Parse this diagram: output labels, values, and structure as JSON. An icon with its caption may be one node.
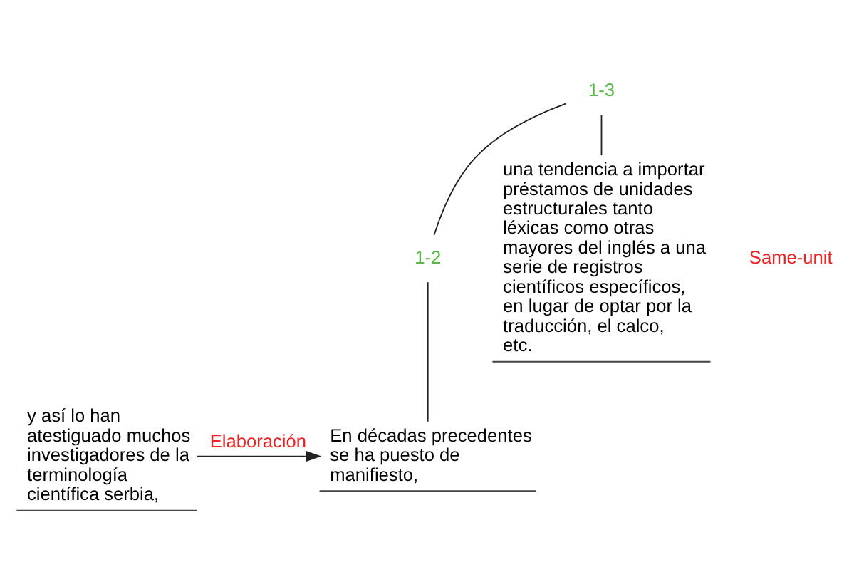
{
  "diagram": {
    "nodes": [
      {
        "text": [
          "1-3"
        ]
      },
      {
        "text": [
          "1-2"
        ]
      },
      {
        "text": [
          "En décadas precedentes se ha puesto de manifiesto,"
        ]
      },
      {
        "text": [
          "y así lo han atestiguado muchos investigadores de la terminología científica serbia,"
        ]
      },
      {
        "text": [
          "una tendencia a importar préstamos de unidades estructurales tanto léxicas como otras mayores del inglés a una serie de registros científicos específicos, en lugar de optar por la traducción, el calco, etc."
        ]
      }
    ],
    "edges": [
      {
        "from": 0,
        "to": 1,
        "arrow": "none"
      },
      {
        "from": 0,
        "to": 4,
        "arrow": "none"
      },
      {
        "from": 1,
        "to": 2,
        "arrow": "none"
      },
      {
        "from": 3,
        "to": 2,
        "arrow": "to",
        "label": "Elaboración"
      }
    ],
    "labels": [
      "Same-unit"
    ]
  }
}
